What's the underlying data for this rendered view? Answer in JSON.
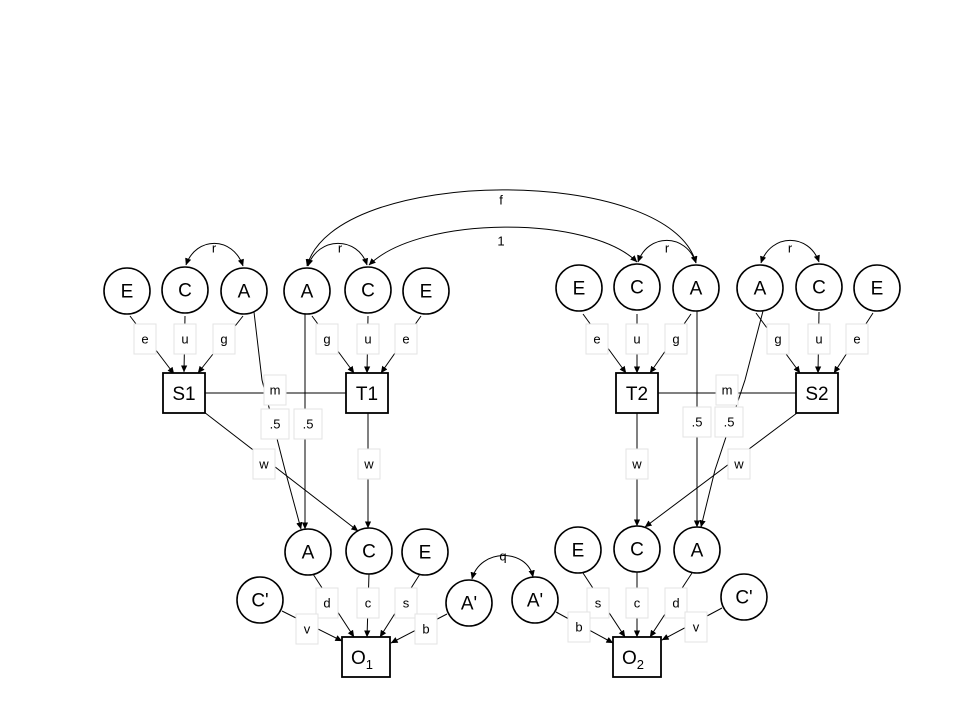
{
  "latent_nodes": [
    {
      "id": "E_s1",
      "label": "E"
    },
    {
      "id": "C_s1",
      "label": "C"
    },
    {
      "id": "A_s1",
      "label": "A"
    },
    {
      "id": "A_t1",
      "label": "A"
    },
    {
      "id": "C_t1",
      "label": "C"
    },
    {
      "id": "E_t1",
      "label": "E"
    },
    {
      "id": "E_t2",
      "label": "E"
    },
    {
      "id": "C_t2",
      "label": "C"
    },
    {
      "id": "A_t2",
      "label": "A"
    },
    {
      "id": "A_s2",
      "label": "A"
    },
    {
      "id": "C_s2",
      "label": "C"
    },
    {
      "id": "E_s2",
      "label": "E"
    },
    {
      "id": "A_o1",
      "label": "A"
    },
    {
      "id": "C_o1",
      "label": "C"
    },
    {
      "id": "E_o1",
      "label": "E"
    },
    {
      "id": "E_o2",
      "label": "E"
    },
    {
      "id": "C_o2",
      "label": "C"
    },
    {
      "id": "A_o2",
      "label": "A"
    },
    {
      "id": "Cp_1",
      "label": "C'"
    },
    {
      "id": "Ap_1",
      "label": "A'"
    },
    {
      "id": "Ap_2",
      "label": "A'"
    },
    {
      "id": "Cp_2",
      "label": "C'"
    }
  ],
  "observed_nodes": [
    {
      "id": "S1",
      "label": "S1",
      "sub": ""
    },
    {
      "id": "T1",
      "label": "T1",
      "sub": ""
    },
    {
      "id": "T2",
      "label": "T2",
      "sub": ""
    },
    {
      "id": "S2",
      "label": "S2",
      "sub": ""
    },
    {
      "id": "O1",
      "label": "O",
      "sub": "1"
    },
    {
      "id": "O2",
      "label": "O",
      "sub": "2"
    }
  ],
  "paths": [
    {
      "from": "E_s1",
      "to": "S1",
      "label": "e"
    },
    {
      "from": "C_s1",
      "to": "S1",
      "label": "u"
    },
    {
      "from": "A_s1",
      "to": "S1",
      "label": "g"
    },
    {
      "from": "A_t1",
      "to": "T1",
      "label": "g"
    },
    {
      "from": "C_t1",
      "to": "T1",
      "label": "u"
    },
    {
      "from": "E_t1",
      "to": "T1",
      "label": "e"
    },
    {
      "from": "E_t2",
      "to": "T2",
      "label": "e"
    },
    {
      "from": "C_t2",
      "to": "T2",
      "label": "u"
    },
    {
      "from": "A_t2",
      "to": "T2",
      "label": "g"
    },
    {
      "from": "A_s2",
      "to": "S2",
      "label": "g"
    },
    {
      "from": "C_s2",
      "to": "S2",
      "label": "u"
    },
    {
      "from": "E_s2",
      "to": "S2",
      "label": "e"
    },
    {
      "from": "A_s1",
      "to": "A_o1",
      "label": ".5"
    },
    {
      "from": "A_t1",
      "to": "A_o1",
      "label": ".5"
    },
    {
      "from": "A_t2",
      "to": "A_o2",
      "label": ".5"
    },
    {
      "from": "A_s2",
      "to": "A_o2",
      "label": ".5"
    },
    {
      "from": "S1",
      "to": "C_o1",
      "label": "w"
    },
    {
      "from": "T1",
      "to": "C_o1",
      "label": "w"
    },
    {
      "from": "T2",
      "to": "C_o2",
      "label": "w"
    },
    {
      "from": "S2",
      "to": "C_o2",
      "label": "w"
    },
    {
      "from": "A_o1",
      "to": "O1",
      "label": "d"
    },
    {
      "from": "C_o1",
      "to": "O1",
      "label": "c"
    },
    {
      "from": "E_o1",
      "to": "O1",
      "label": "s"
    },
    {
      "from": "Cp_1",
      "to": "O1",
      "label": "v"
    },
    {
      "from": "Ap_1",
      "to": "O1",
      "label": "b"
    },
    {
      "from": "E_o2",
      "to": "O2",
      "label": "s"
    },
    {
      "from": "C_o2",
      "to": "O2",
      "label": "c"
    },
    {
      "from": "A_o2",
      "to": "O2",
      "label": "d"
    },
    {
      "from": "Ap_2",
      "to": "O2",
      "label": "b"
    },
    {
      "from": "Cp_2",
      "to": "O2",
      "label": "v"
    }
  ],
  "mating_links": [
    {
      "between": [
        "S1",
        "T1"
      ],
      "label": "m"
    },
    {
      "between": [
        "T2",
        "S2"
      ],
      "label": "m"
    }
  ],
  "correlations": [
    {
      "between": [
        "C_s1",
        "A_s1"
      ],
      "label": "r"
    },
    {
      "between": [
        "A_t1",
        "C_t1"
      ],
      "label": "r"
    },
    {
      "between": [
        "C_t2",
        "A_t2"
      ],
      "label": "r"
    },
    {
      "between": [
        "A_s2",
        "C_s2"
      ],
      "label": "r"
    },
    {
      "between": [
        "A_t1",
        "A_t2"
      ],
      "label": "f"
    },
    {
      "between": [
        "C_t1",
        "C_t2"
      ],
      "label": "1"
    },
    {
      "between": [
        "Ap_1",
        "Ap_2"
      ],
      "label": "q"
    }
  ]
}
